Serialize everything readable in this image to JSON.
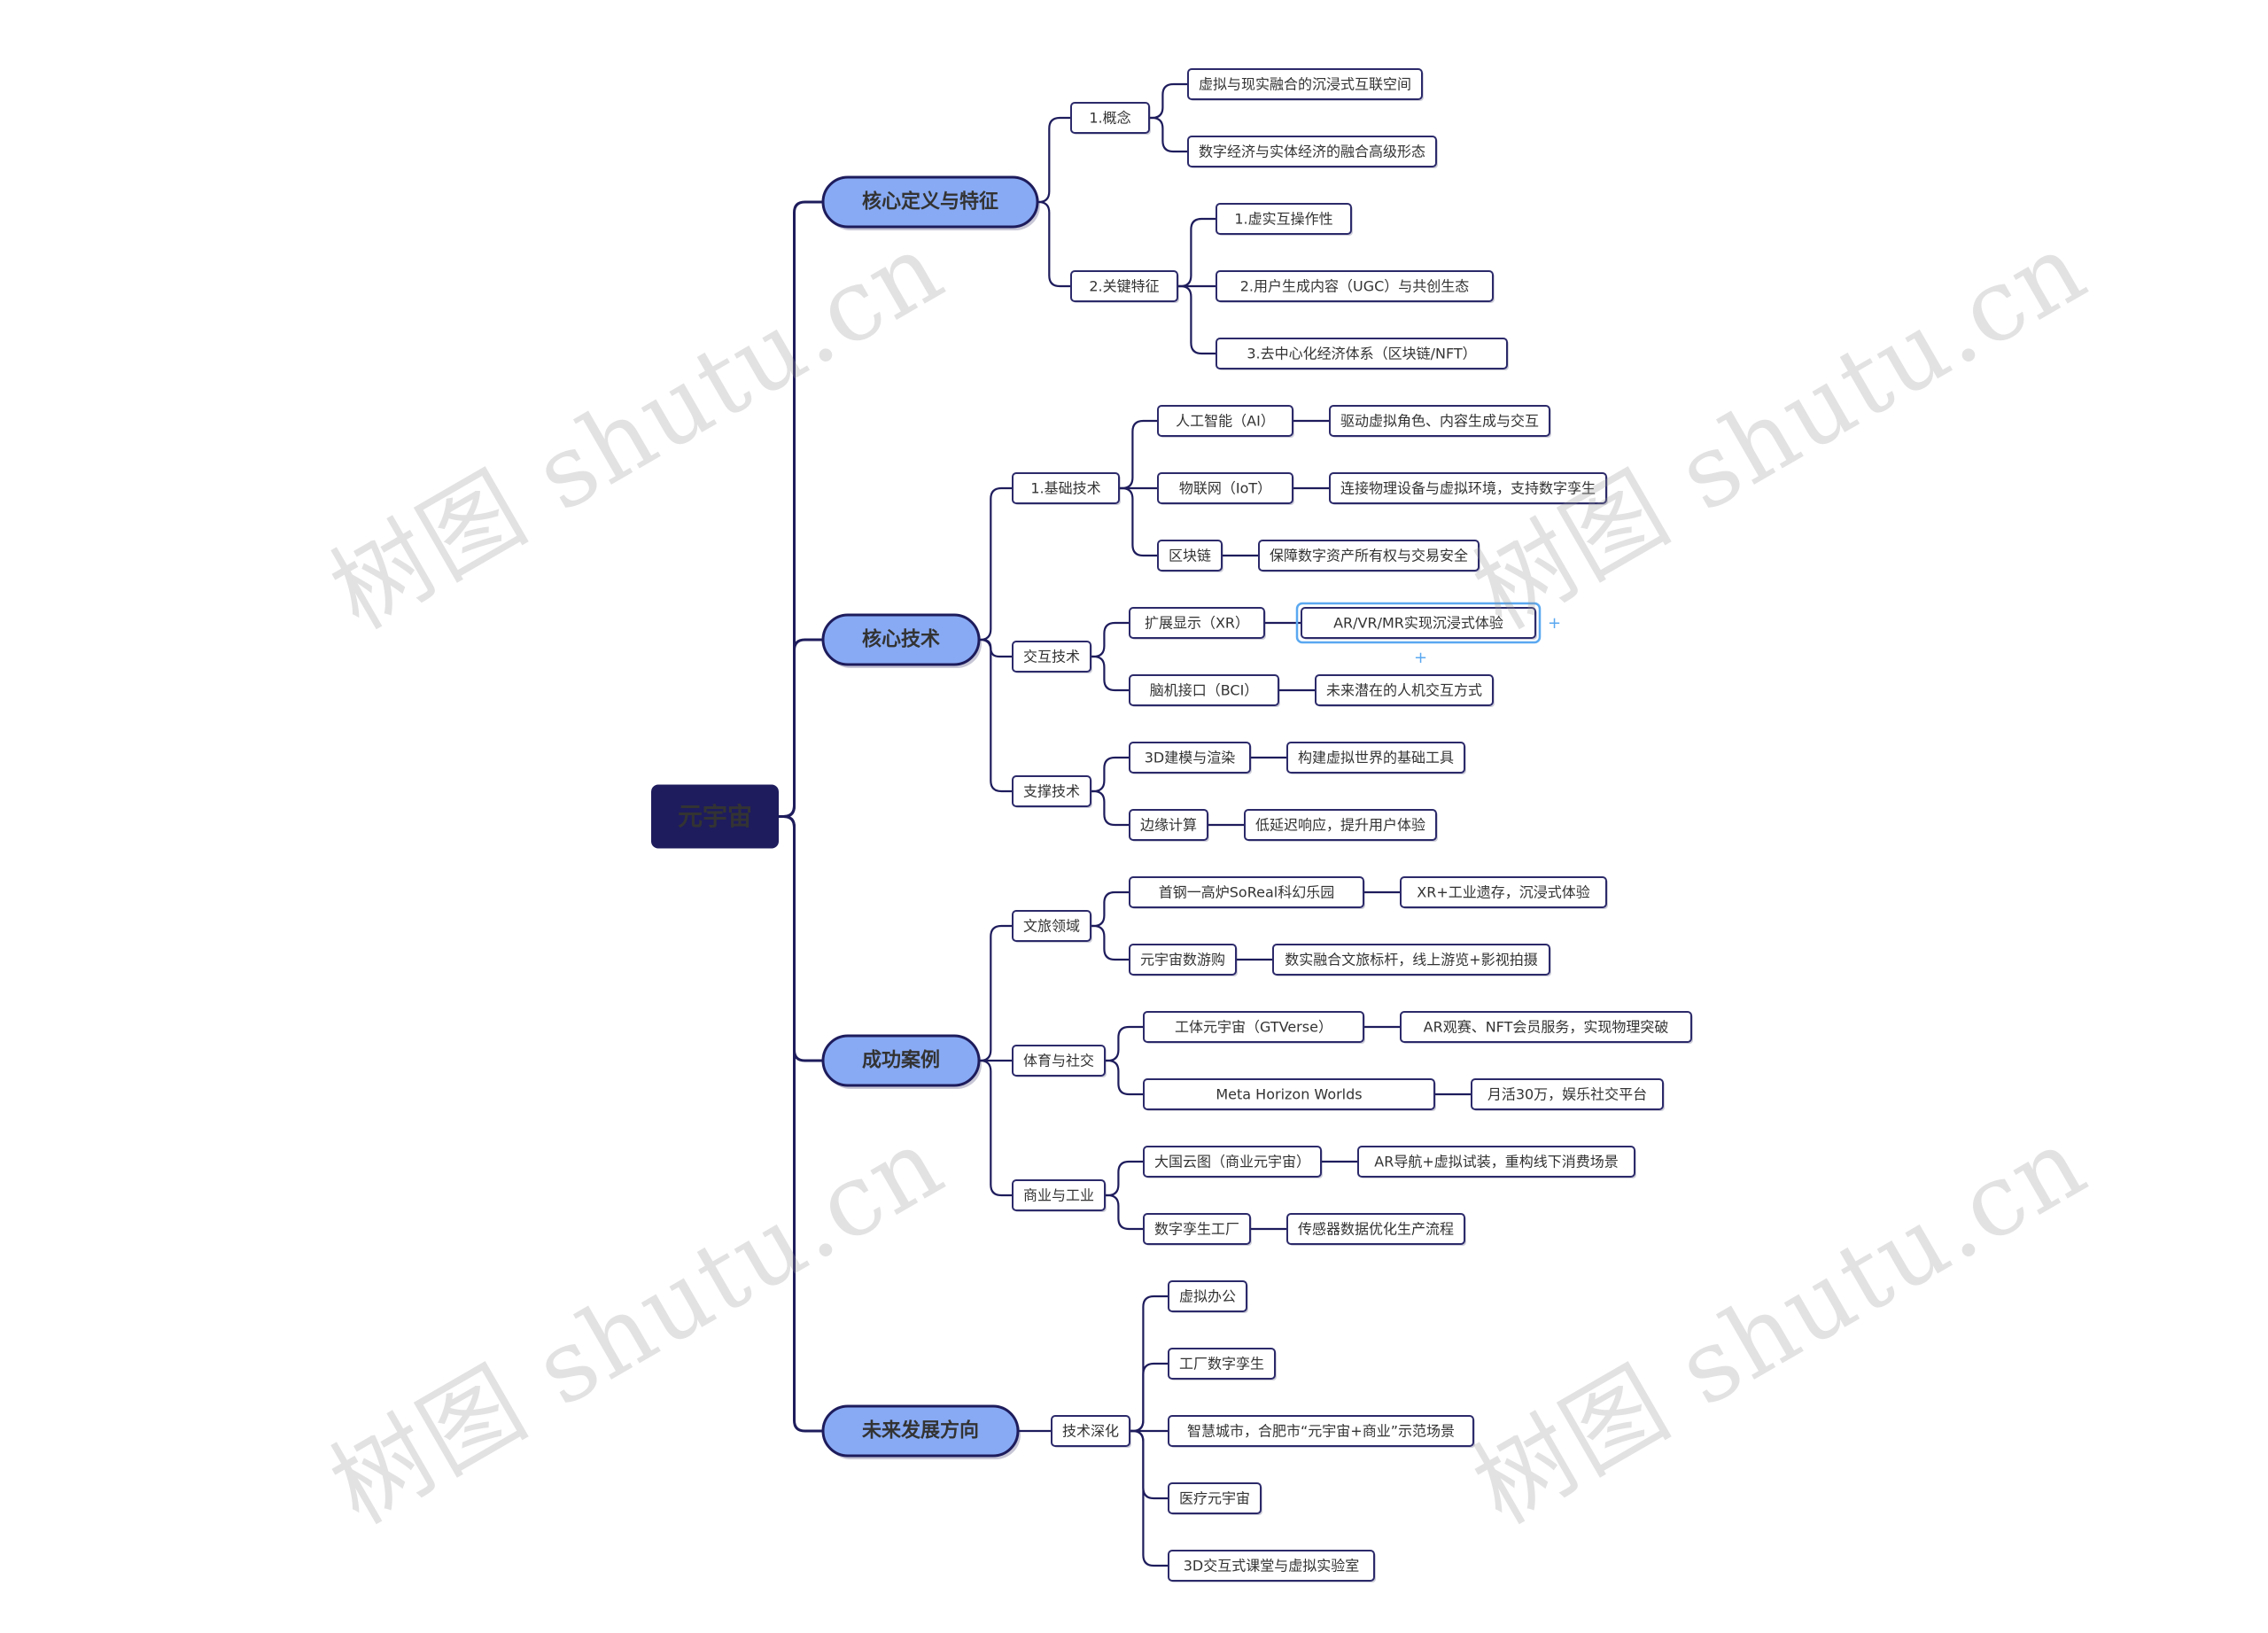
{
  "root": {
    "label": "元宇宙",
    "children": [
      {
        "label": "核心定义与特征",
        "children": [
          {
            "label": "1.概念",
            "children": [
              {
                "label": "虚拟与现实融合的沉浸式互联空间"
              },
              {
                "label": "数字经济与实体经济的融合高级形态"
              }
            ]
          },
          {
            "label": "2.关键特征",
            "children": [
              {
                "label": "1.虚实互操作性"
              },
              {
                "label": "2.用户生成内容（UGC）与共创生态"
              },
              {
                "label": "3.去中心化经济体系（区块链/NFT）"
              }
            ]
          }
        ]
      },
      {
        "label": "核心技术",
        "children": [
          {
            "label": "1.基础技术",
            "children": [
              {
                "label": "人工智能（AI）",
                "children": [
                  {
                    "label": "驱动虚拟角色、内容生成与交互"
                  }
                ]
              },
              {
                "label": "物联网（IoT）",
                "children": [
                  {
                    "label": "连接物理设备与虚拟环境，支持数字孪生"
                  }
                ]
              },
              {
                "label": "区块链",
                "children": [
                  {
                    "label": "保障数字资产所有权与交易安全"
                  }
                ]
              }
            ]
          },
          {
            "label": "交互技术",
            "children": [
              {
                "label": "扩展显示（XR）",
                "children": [
                  {
                    "label": "AR/VR/MR实现沉浸式体验",
                    "selected": true
                  }
                ]
              },
              {
                "label": "脑机接口（BCI）",
                "children": [
                  {
                    "label": "未来潜在的人机交互方式"
                  }
                ]
              }
            ]
          },
          {
            "label": "支撑技术",
            "children": [
              {
                "label": "3D建模与渲染",
                "children": [
                  {
                    "label": "构建虚拟世界的基础工具"
                  }
                ]
              },
              {
                "label": "边缘计算",
                "children": [
                  {
                    "label": "低延迟响应，提升用户体验"
                  }
                ]
              }
            ]
          }
        ]
      },
      {
        "label": "成功案例",
        "children": [
          {
            "label": "文旅领域",
            "children": [
              {
                "label": "首钢一高炉SoReal科幻乐园",
                "children": [
                  {
                    "label": "XR+工业遗存，沉浸式体验"
                  }
                ]
              },
              {
                "label": "元宇宙数游购",
                "children": [
                  {
                    "label": "数实融合文旅标杆，线上游览+影视拍摄"
                  }
                ]
              }
            ]
          },
          {
            "label": "体育与社交",
            "children": [
              {
                "label": "工体元宇宙（GTVerse）",
                "children": [
                  {
                    "label": "AR观赛、NFT会员服务，实现物理突破"
                  }
                ]
              },
              {
                "label": "Meta Horizon Worlds",
                "children": [
                  {
                    "label": "月活30万，娱乐社交平台"
                  }
                ]
              }
            ]
          },
          {
            "label": "商业与工业",
            "children": [
              {
                "label": "大国云图（商业元宇宙）",
                "children": [
                  {
                    "label": "AR导航+虚拟试装，重构线下消费场景"
                  }
                ]
              },
              {
                "label": "数字孪生工厂",
                "children": [
                  {
                    "label": "传感器数据优化生产流程"
                  }
                ]
              }
            ]
          }
        ]
      },
      {
        "label": "未来发展方向",
        "children": [
          {
            "label": "技术深化",
            "children": [
              {
                "label": "虚拟办公"
              },
              {
                "label": "工厂数字孪生"
              },
              {
                "label": "智慧城市，合肥市“元宇宙+商业”示范场景"
              },
              {
                "label": "医疗元宇宙"
              },
              {
                "label": "3D交互式课堂与虚拟实验室"
              }
            ]
          }
        ]
      }
    ]
  },
  "colors": {
    "root_fill": "#1e1c5c",
    "root_text": "#ffffff",
    "branch_fill": "#88aaf4",
    "branch_stroke": "#1e1c5c",
    "node_fill": "#ffffff",
    "node_stroke": "#2c2a6a",
    "line": "#1e1c5c",
    "selection": "#5aa8f0"
  },
  "watermark": "树图 shutu.cn"
}
